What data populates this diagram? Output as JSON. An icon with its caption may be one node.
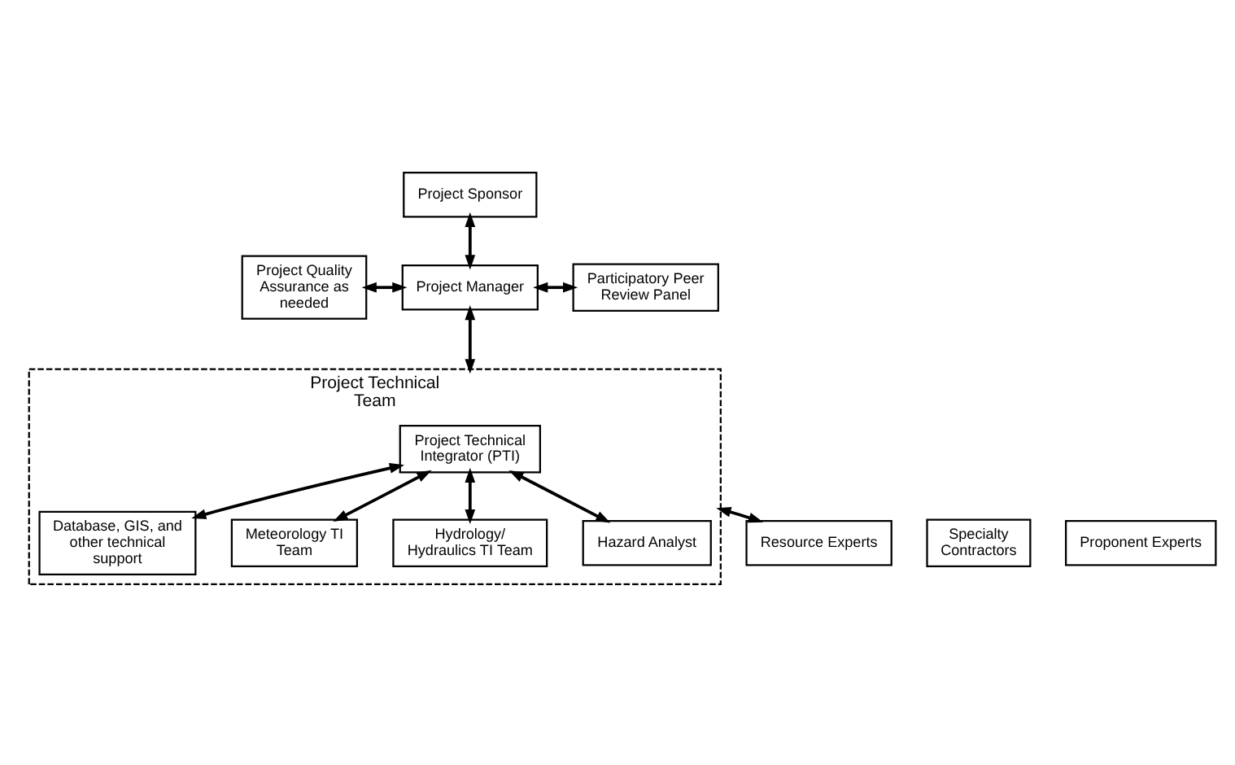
{
  "diagram": {
    "nodes": [
      {
        "text": [
          "Project Sponsor"
        ]
      },
      {
        "text": [
          "Project Quality Assurance as needed"
        ]
      },
      {
        "text": [
          "Project Manager"
        ]
      },
      {
        "text": [
          "Participatory Peer Review Panel"
        ]
      },
      {
        "text": [
          "Project Technical Team"
        ]
      },
      {
        "text": [
          "Project Technical Integrator (PTI)"
        ],
        "in": 4
      },
      {
        "text": [
          "Database, GIS, and other technical support"
        ],
        "in": 4
      },
      {
        "text": [
          "Meteorology TI Team"
        ],
        "in": 4
      },
      {
        "text": [
          "Hydrology/ Hydraulics TI Team"
        ],
        "in": 4
      },
      {
        "text": [
          "Hazard Analyst"
        ],
        "in": 4
      },
      {
        "text": [
          "Specialty Contractors"
        ]
      },
      {
        "text": [
          "Resource Experts"
        ]
      },
      {
        "text": [
          "Proponent Experts"
        ]
      }
    ],
    "edges": [
      {
        "from": 2,
        "to": 0,
        "arrow": "both"
      },
      {
        "from": 1,
        "to": 2,
        "arrow": "both"
      },
      {
        "from": 2,
        "to": 3,
        "arrow": "both"
      },
      {
        "from": 2,
        "to": 4,
        "arrow": "both"
      },
      {
        "from": 5,
        "to": 6,
        "arrow": "both"
      },
      {
        "from": 5,
        "to": 7,
        "arrow": "both"
      },
      {
        "from": 5,
        "to": 8,
        "arrow": "both"
      },
      {
        "from": 5,
        "to": 9,
        "arrow": "both"
      },
      {
        "from": 4,
        "to": 11,
        "arrow": "both"
      }
    ]
  }
}
